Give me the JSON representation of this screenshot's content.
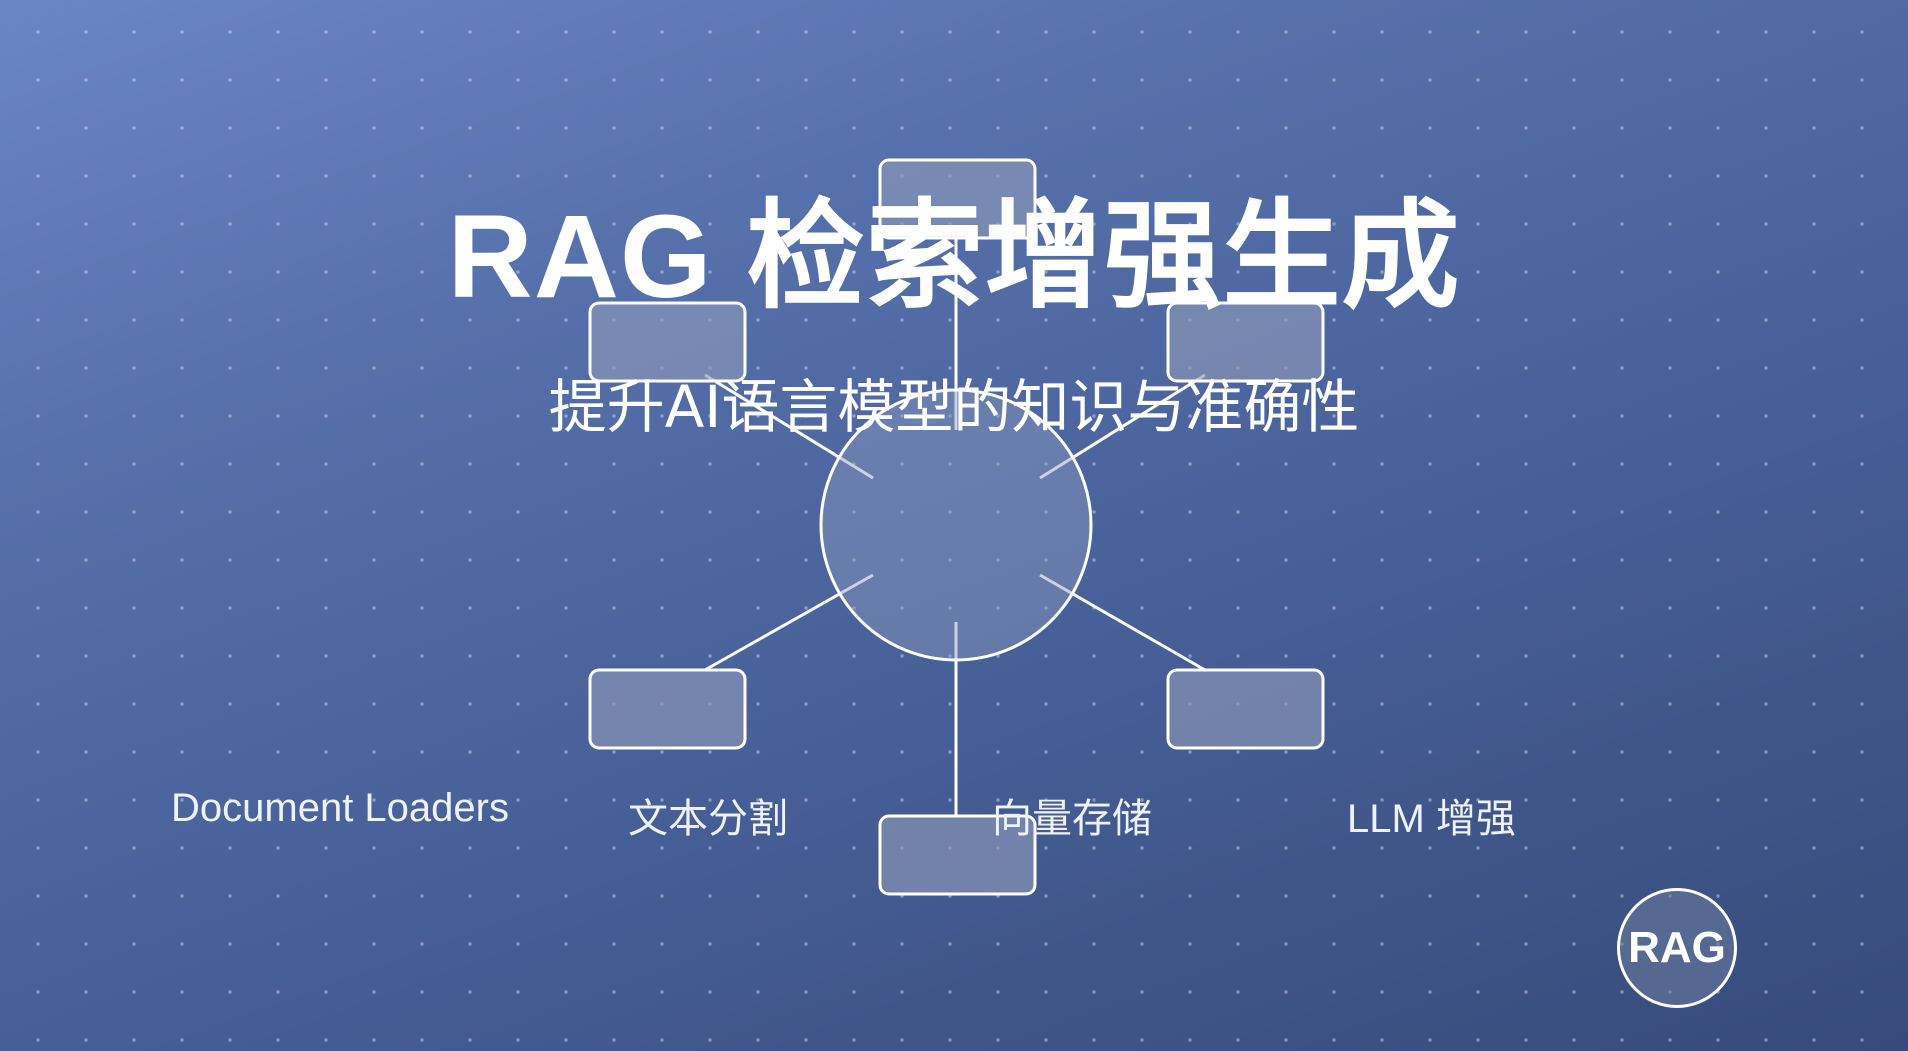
{
  "title": "RAG 检索增强生成",
  "subtitle": "提升AI语言模型的知识与准确性",
  "labels": [
    "Document Loaders",
    "文本分割",
    "向量存储",
    "LLM 增强"
  ],
  "badge": "RAG",
  "colors": {
    "background_start": "#6a86c4",
    "background_end": "#374a7a",
    "line": "#ffffff",
    "node_fill": "#8a98b8"
  }
}
